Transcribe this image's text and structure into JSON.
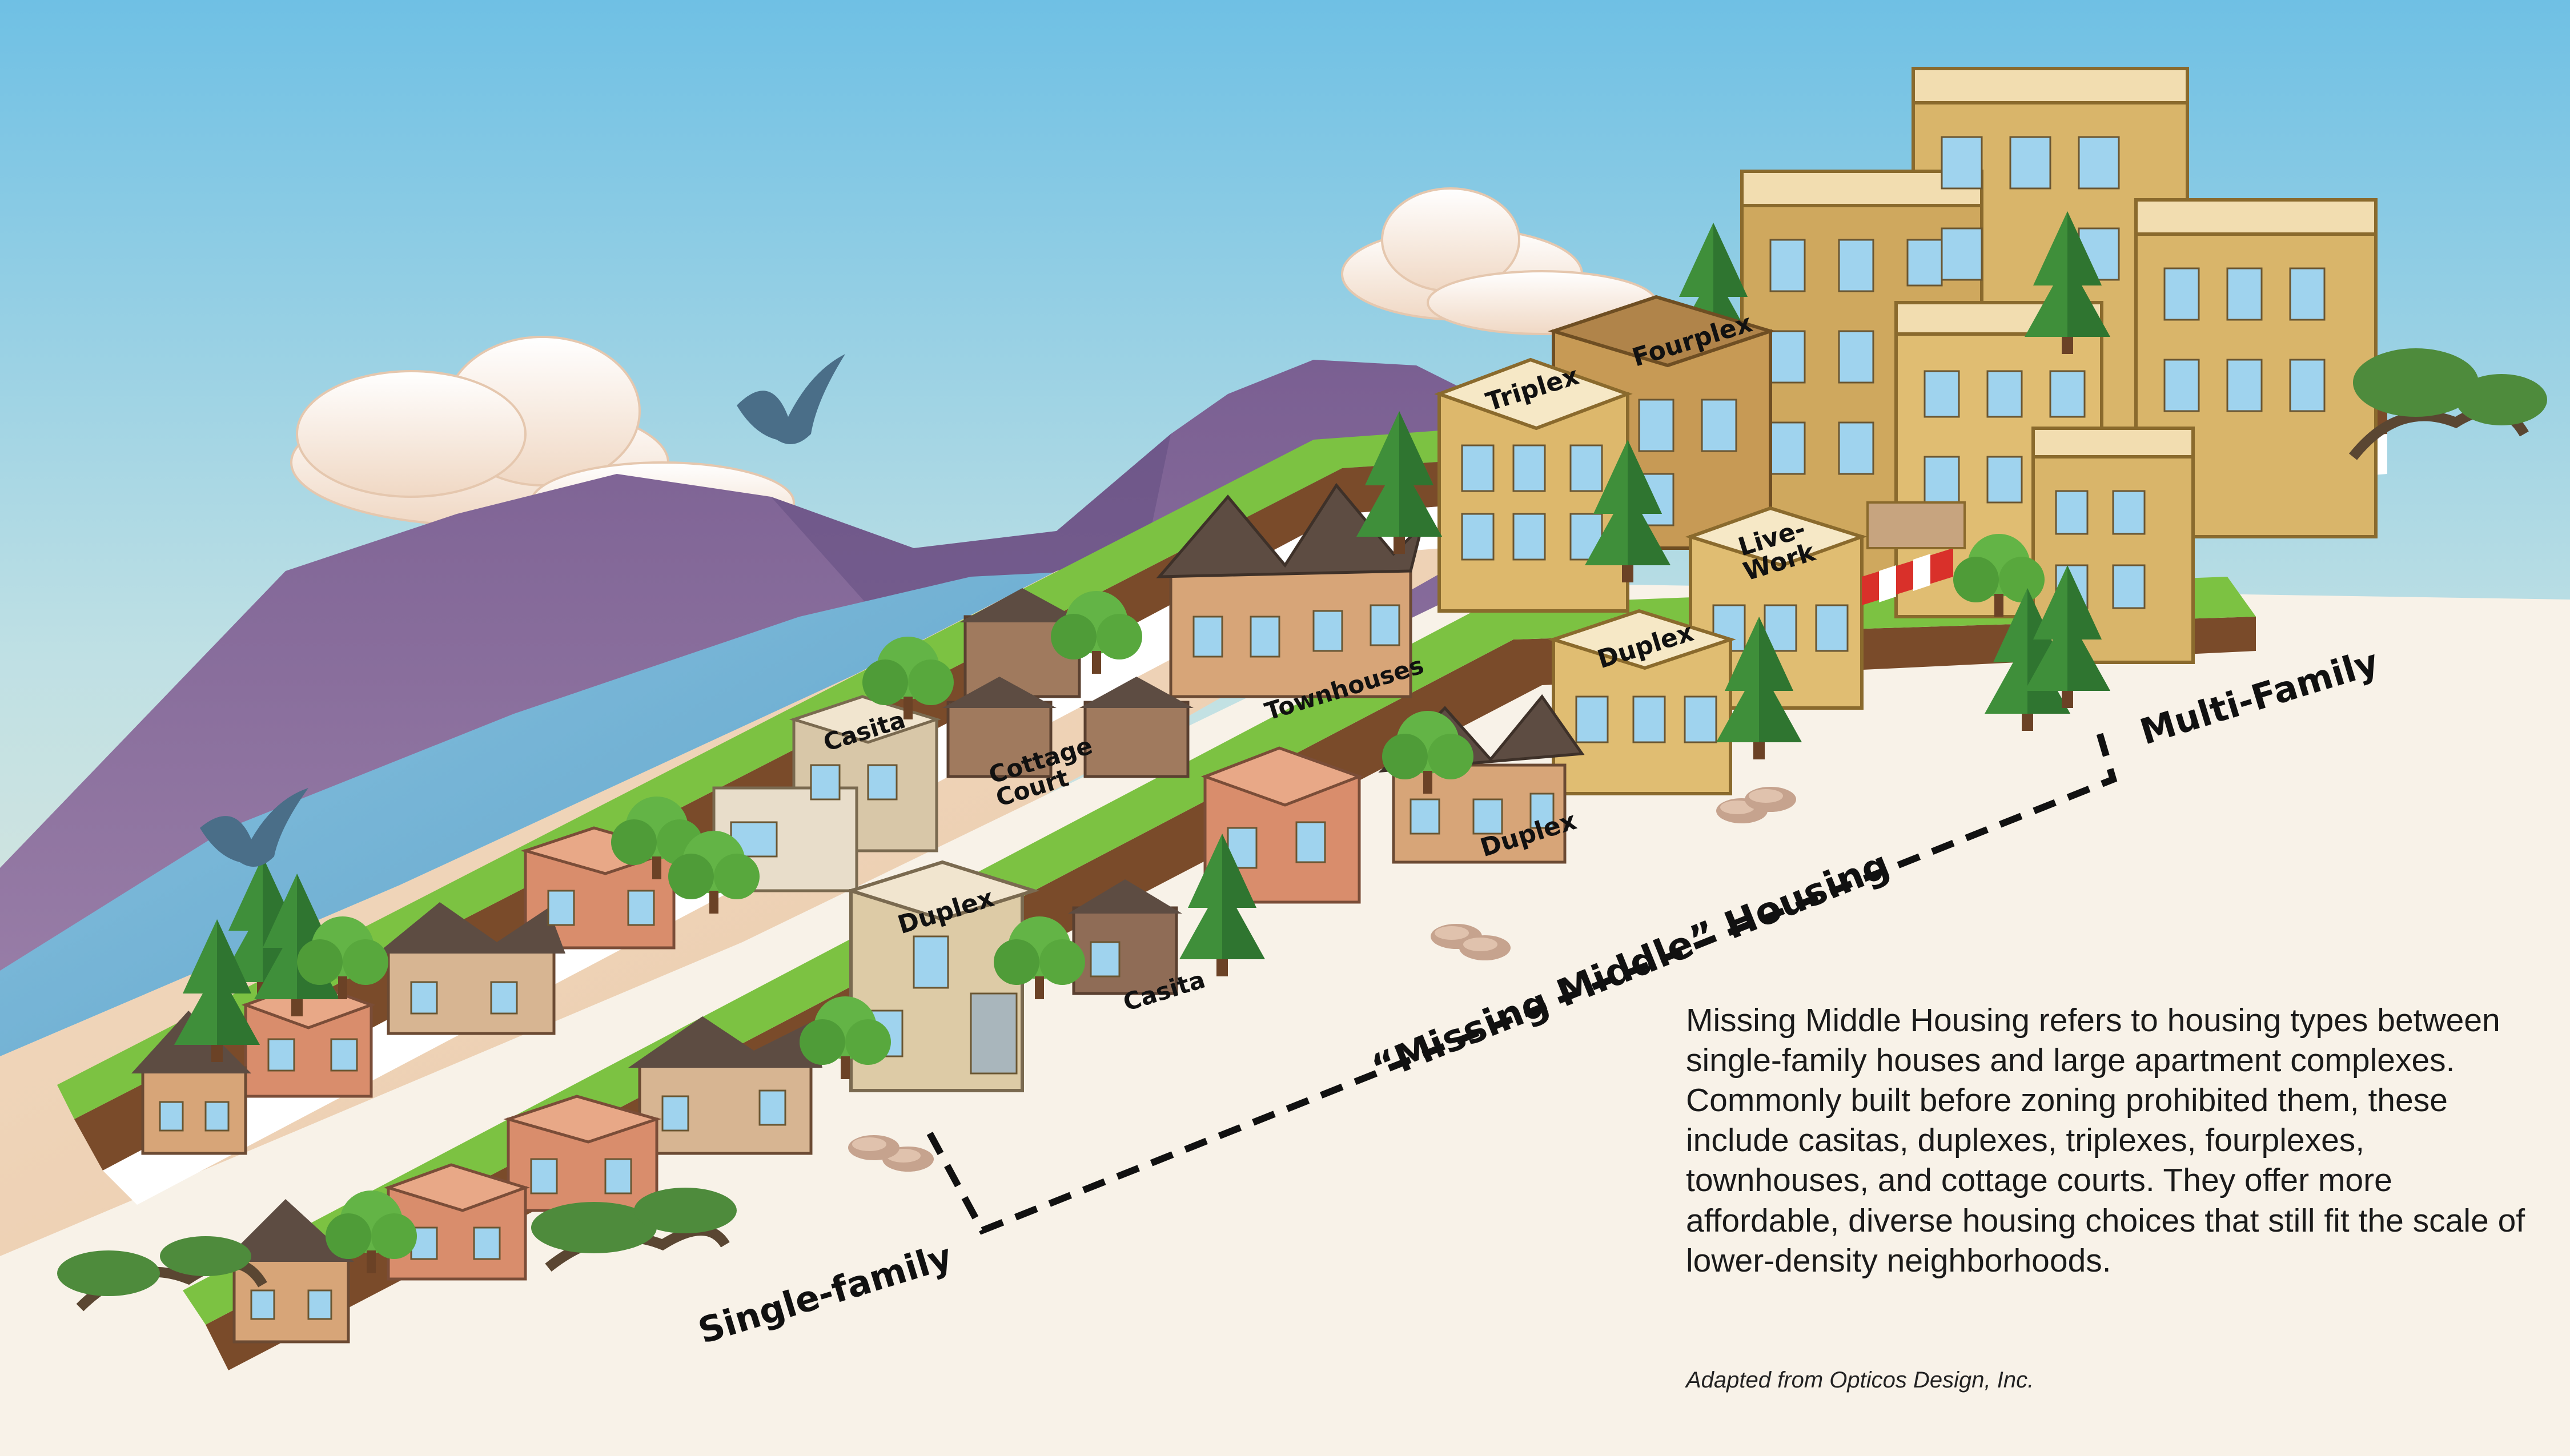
{
  "labels": {
    "triplex": "Triplex",
    "fourplex": "Fourplex",
    "live_work": "Live-\nWork",
    "duplex_upper": "Duplex",
    "duplex_right": "Duplex",
    "duplex_center": "Duplex",
    "townhouses": "Townhouses",
    "casita_upper": "Casita",
    "cottage_court": "Cottage\nCourt",
    "casita_lower": "Casita"
  },
  "categories": {
    "single_family": "Single-family",
    "missing_middle": "“Missing Middle” Housing",
    "multi_family": "Multi-Family"
  },
  "description": "Missing Middle Housing refers to housing types between single-family houses and large apartment complexes. Commonly built before zoning prohibited them, these include casitas, duplexes, triplexes, fourplexes, townhouses, and cottage courts. They offer more affordable, diverse housing choices that still fit the scale of lower-density neighborhoods.",
  "credit": "Adapted from Opticos Design, Inc.",
  "colors": {
    "sky_top": "#7cc6e6",
    "sky_bottom": "#f3e7cf",
    "mountain": "#6e5a8c",
    "water": "#79b6d8",
    "grass": "#7cc242",
    "soil": "#7a4b2a",
    "adobe": "#d98d6c",
    "stucco": "#d9b56a",
    "roof": "#6b5748"
  }
}
